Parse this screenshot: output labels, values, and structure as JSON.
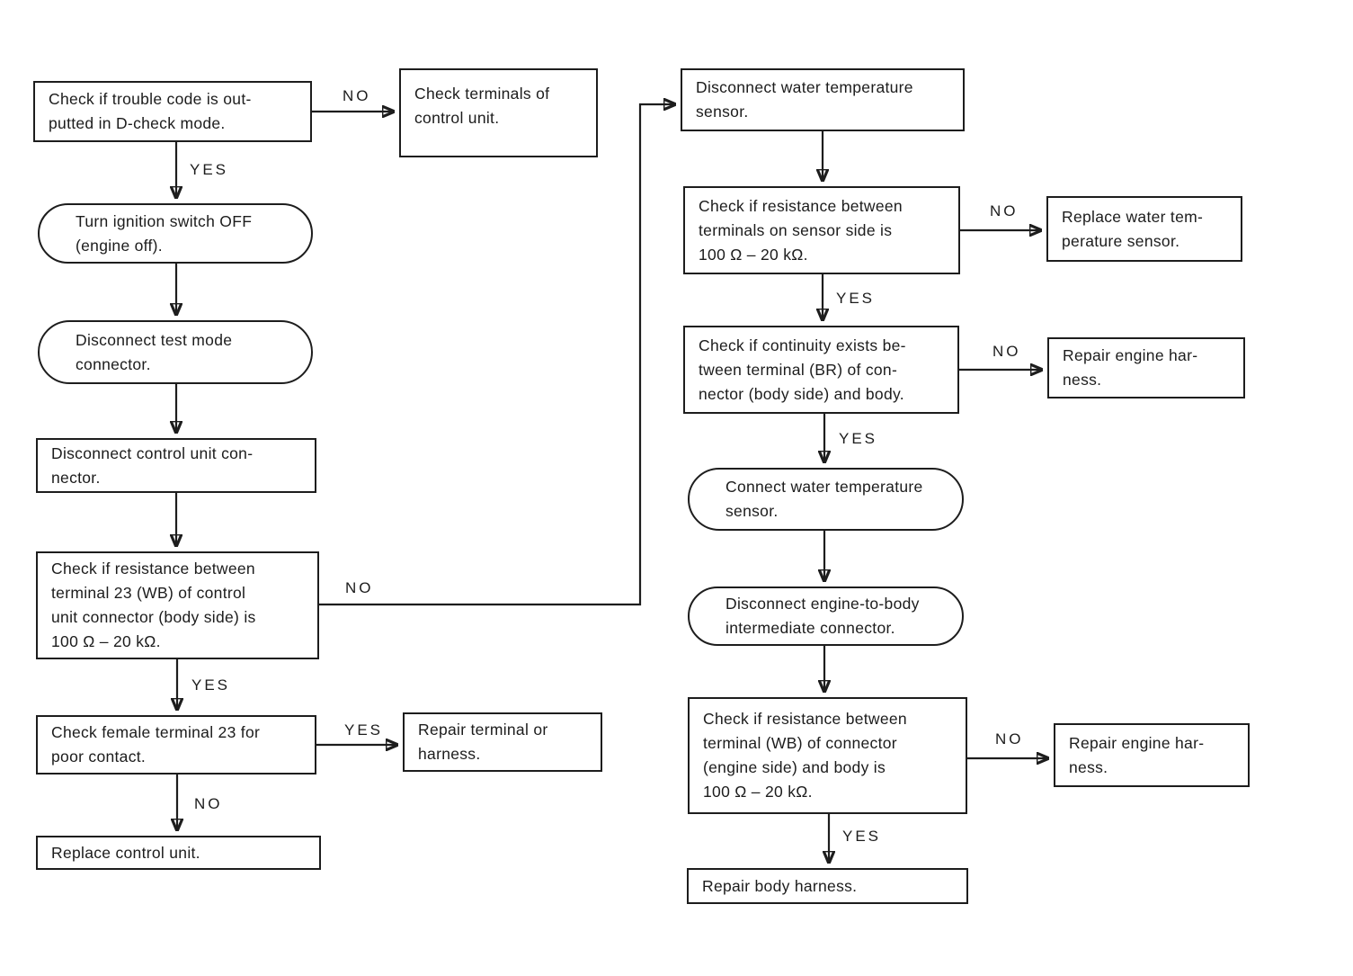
{
  "diagram": {
    "type": "flowchart",
    "background": "#ffffff",
    "ink_color": "#1d1d1d"
  },
  "labels": {
    "yes": "YES",
    "no": "NO"
  },
  "nodes": {
    "trouble_code": {
      "shape": "rect",
      "text": "Check if trouble code is out-\nputted in D-check mode."
    },
    "check_terminals": {
      "shape": "rect",
      "text": "Check terminals of\ncontrol unit."
    },
    "ignition_off": {
      "shape": "stadium",
      "text": "Turn ignition switch OFF\n(engine off)."
    },
    "test_mode": {
      "shape": "stadium",
      "text": "Disconnect test mode\nconnector."
    },
    "cu_connector": {
      "shape": "rect",
      "text": "Disconnect control unit con-\nnector."
    },
    "resistance_cu": {
      "shape": "rect",
      "text": "Check if resistance between\nterminal 23 (WB) of control\nunit connector (body side) is\n100 Ω – 20 kΩ."
    },
    "female_terminal": {
      "shape": "rect",
      "text": "Check female terminal 23 for\npoor contact."
    },
    "repair_terminal": {
      "shape": "rect",
      "text": "Repair terminal or\nharness."
    },
    "replace_cu": {
      "shape": "rect",
      "text": "Replace control unit."
    },
    "disconnect_wts": {
      "shape": "rect",
      "text": "Disconnect water temperature\nsensor."
    },
    "resistance_sensor": {
      "shape": "rect",
      "text": "Check if resistance between\nterminals on sensor side is\n100 Ω – 20 kΩ."
    },
    "replace_wts": {
      "shape": "rect",
      "text": "Replace water tem-\nperature sensor."
    },
    "continuity": {
      "shape": "rect",
      "text": "Check if continuity exists be-\ntween terminal (BR) of con-\nnector (body side) and body."
    },
    "repair_engine_1": {
      "shape": "rect",
      "text": "Repair engine har-\nness."
    },
    "connect_wts": {
      "shape": "stadium",
      "text": "Connect water temperature\nsensor."
    },
    "intermediate": {
      "shape": "stadium",
      "text": "Disconnect engine-to-body\nintermediate connector."
    },
    "resistance_engine": {
      "shape": "rect",
      "text": "Check if resistance between\nterminal (WB) of connector\n(engine side) and body is\n100 Ω – 20 kΩ."
    },
    "repair_engine_2": {
      "shape": "rect",
      "text": "Repair engine har-\nness."
    },
    "repair_body": {
      "shape": "rect",
      "text": "Repair body harness."
    }
  },
  "edges": [
    {
      "from": "trouble_code",
      "to": "check_terminals",
      "label": "NO"
    },
    {
      "from": "trouble_code",
      "to": "ignition_off",
      "label": "YES"
    },
    {
      "from": "ignition_off",
      "to": "test_mode",
      "label": ""
    },
    {
      "from": "test_mode",
      "to": "cu_connector",
      "label": ""
    },
    {
      "from": "cu_connector",
      "to": "resistance_cu",
      "label": ""
    },
    {
      "from": "resistance_cu",
      "to": "disconnect_wts",
      "label": "NO"
    },
    {
      "from": "resistance_cu",
      "to": "female_terminal",
      "label": "YES"
    },
    {
      "from": "female_terminal",
      "to": "repair_terminal",
      "label": "YES"
    },
    {
      "from": "female_terminal",
      "to": "replace_cu",
      "label": "NO"
    },
    {
      "from": "disconnect_wts",
      "to": "resistance_sensor",
      "label": ""
    },
    {
      "from": "resistance_sensor",
      "to": "replace_wts",
      "label": "NO"
    },
    {
      "from": "resistance_sensor",
      "to": "continuity",
      "label": "YES"
    },
    {
      "from": "continuity",
      "to": "repair_engine_1",
      "label": "NO"
    },
    {
      "from": "continuity",
      "to": "connect_wts",
      "label": "YES"
    },
    {
      "from": "connect_wts",
      "to": "intermediate",
      "label": ""
    },
    {
      "from": "intermediate",
      "to": "resistance_engine",
      "label": ""
    },
    {
      "from": "resistance_engine",
      "to": "repair_engine_2",
      "label": "NO"
    },
    {
      "from": "resistance_engine",
      "to": "repair_body",
      "label": "YES"
    }
  ]
}
